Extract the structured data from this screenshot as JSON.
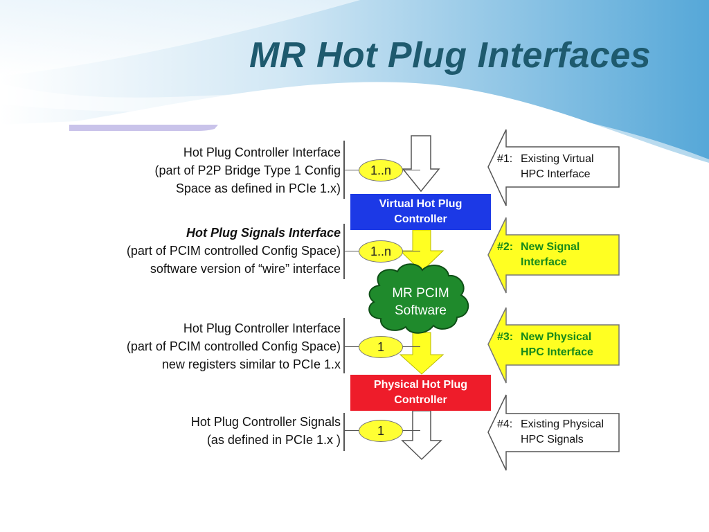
{
  "title": "MR Hot Plug Interfaces",
  "labels": [
    {
      "lines": [
        "Hot Plug Controller Interface",
        "(part of P2P Bridge Type 1 Config",
        "Space as defined in PCIe 1.x)"
      ]
    },
    {
      "lines": [
        "Hot Plug Signals Interface",
        "(part of PCIM controlled Config Space)",
        "software version of “wire” interface"
      ]
    },
    {
      "lines": [
        "Hot Plug Controller Interface",
        "(part of PCIM controlled Config Space)",
        "new registers similar to PCIe 1.x"
      ]
    },
    {
      "lines": [
        "Hot Plug Controller Signals",
        "(as defined in PCIe 1.x )"
      ]
    }
  ],
  "ovals": [
    "1..n",
    "1..n",
    "1",
    "1"
  ],
  "controllers": {
    "virtual": [
      "Virtual Hot Plug",
      "Controller"
    ],
    "physical": [
      "Physical Hot Plug",
      "Controller"
    ]
  },
  "cloud": [
    "MR PCIM",
    "Software"
  ],
  "annotations": [
    {
      "num": "#1:",
      "lines": [
        "Existing Virtual",
        "HPC Interface"
      ]
    },
    {
      "num": "#2:",
      "lines": [
        "New Signal",
        "Interface"
      ]
    },
    {
      "num": "#3:",
      "lines": [
        "New Physical",
        "HPC Interface"
      ]
    },
    {
      "num": "#4:",
      "lines": [
        "Existing Physical",
        "HPC Signals"
      ]
    }
  ],
  "colors": {
    "title": "#1e5a6e",
    "oval": "#ffff33",
    "virtual_controller": "#1c39e6",
    "physical_controller": "#ee1c2a",
    "cloud": "#1f8a2c",
    "yellow_arrow": "#ffff22",
    "annotation_new": "#178a1a",
    "background_wave": "#5aa9d6"
  }
}
